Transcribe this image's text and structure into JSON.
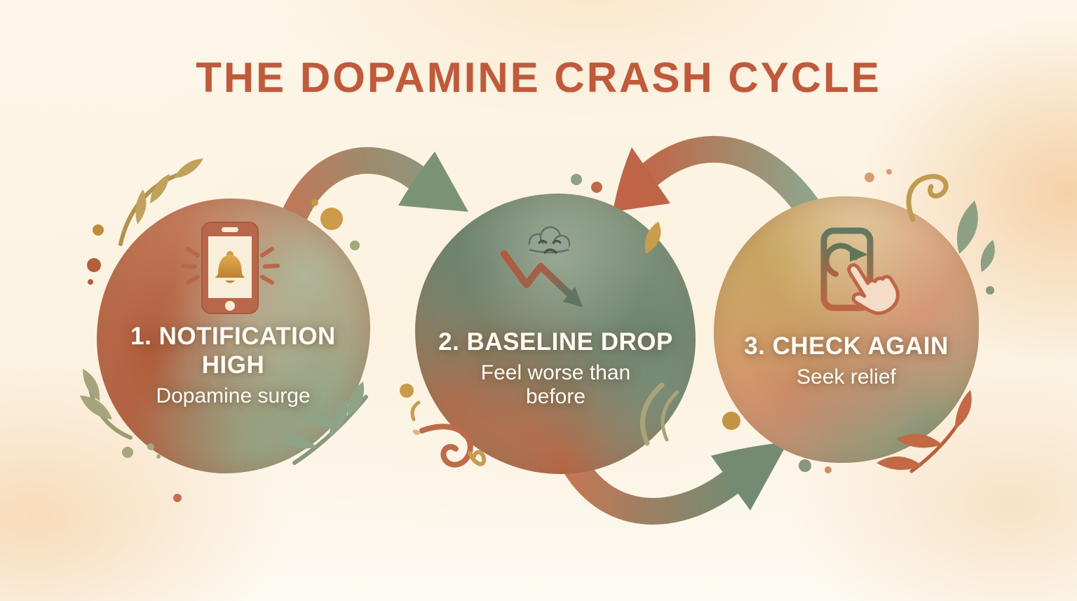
{
  "title": "THE DOPAMINE CRASH CYCLE",
  "style": "watercolor infographic",
  "colors": {
    "background_cream": "#fbf2e1",
    "background_peach": "#f4d0a6",
    "title_terracotta": "#bf5a3c",
    "terracotta": "#c0714e",
    "sage_green": "#7d927a",
    "gold": "#c49b4f",
    "text_white": "#fdfbf4"
  },
  "nodes": [
    {
      "step": "1",
      "title": "1. NOTIFICATION HIGH",
      "subtitle": "Dopamine surge",
      "icon": "smartphone with ringing notification bell"
    },
    {
      "step": "2",
      "title": "2. BASELINE DROP",
      "subtitle": "Feel worse than before",
      "icon": "sad raining cloud over declining chart arrow"
    },
    {
      "step": "3",
      "title": "3. CHECK AGAIN",
      "subtitle": "Seek relief",
      "icon": "hand tapping phone refresh arrow"
    }
  ],
  "arrows": [
    {
      "from": "node-1",
      "to": "node-2",
      "path": "top arc",
      "color": "terracotta to green"
    },
    {
      "from": "node-3",
      "to": "node-2",
      "path": "top arc",
      "color": "green to terracotta"
    },
    {
      "from": "node-2",
      "to": "node-3",
      "path": "bottom arc",
      "color": "terracotta to green"
    }
  ]
}
